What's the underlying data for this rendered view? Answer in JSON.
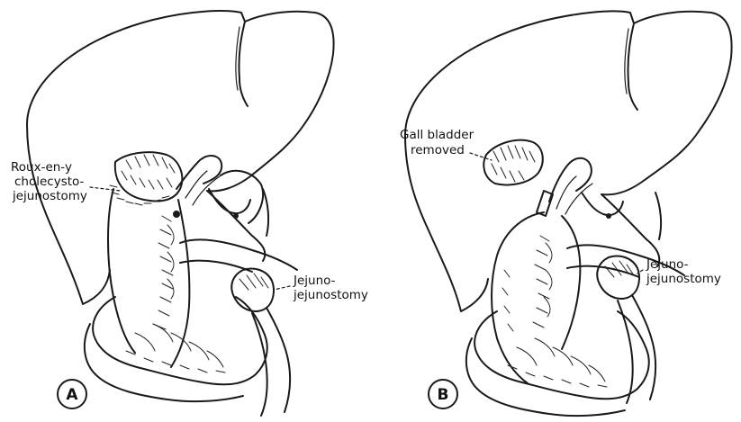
{
  "panels": [
    {
      "letter": "A",
      "labels": {
        "roux_1": "Roux-en-y",
        "roux_2": "cholecysto-",
        "roux_3": "jejunostomy",
        "jj_1": "Jejuno-",
        "jj_2": "jejunostomy"
      }
    },
    {
      "letter": "B",
      "labels": {
        "gb_1": "Gall bladder",
        "gb_2": "removed",
        "jj_1": "Jejuno-",
        "jj_2": "jejunostomy"
      }
    }
  ]
}
